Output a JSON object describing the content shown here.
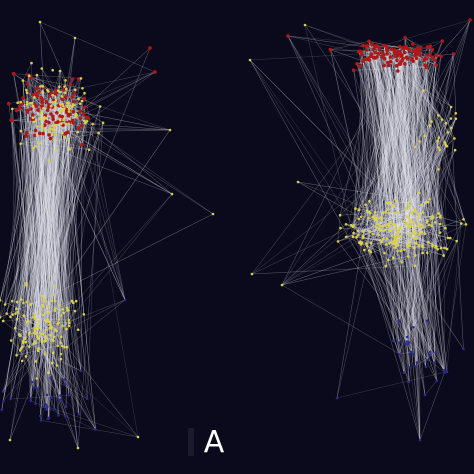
{
  "figure": {
    "panel_label": "A",
    "background": "#0a0a1c",
    "colors": {
      "edge": "#e6e6f0",
      "node_red": "#b01818",
      "node_yellow": "#d9d24a",
      "node_blue": "#2a2a9a"
    }
  },
  "networks": [
    {
      "name": "left-network",
      "node_groups": [
        "red",
        "yellow",
        "blue"
      ]
    },
    {
      "name": "right-network",
      "node_groups": [
        "red",
        "yellow",
        "blue"
      ]
    }
  ]
}
